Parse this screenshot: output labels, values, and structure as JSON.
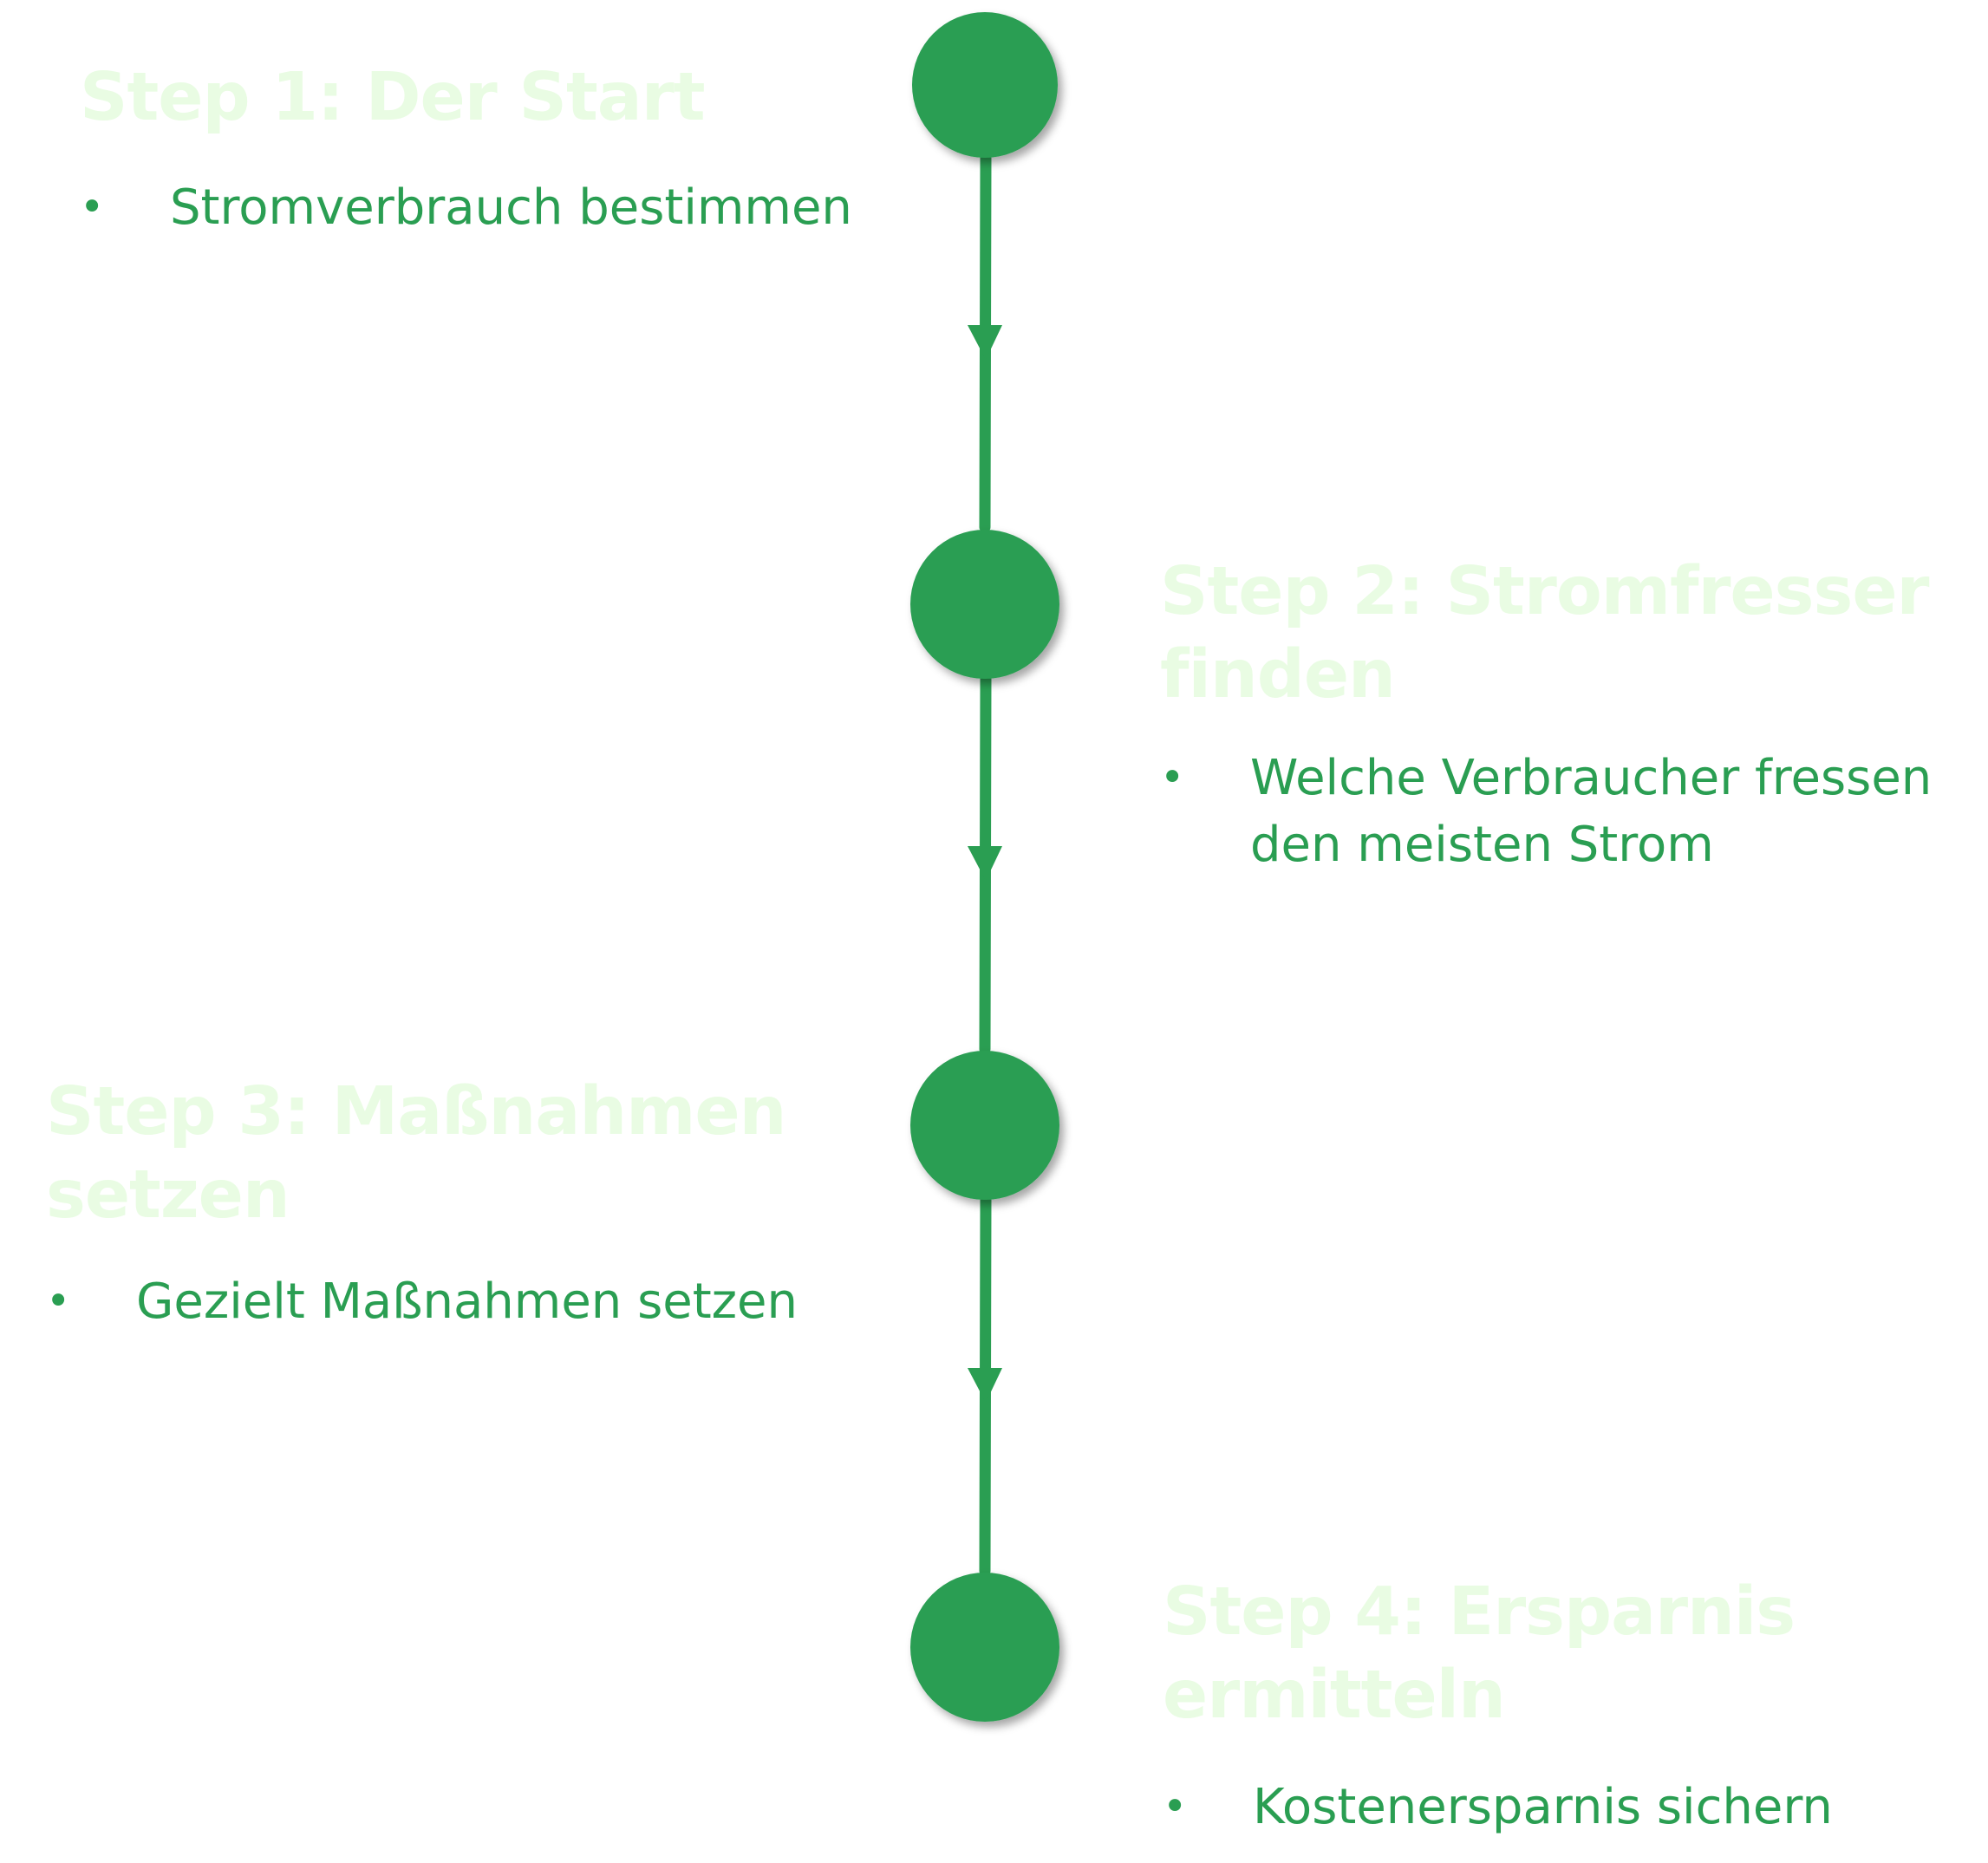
{
  "colors": {
    "accent": "#2a9e52",
    "title": "#e9fce3",
    "background": "#ffffff"
  },
  "steps": [
    {
      "title": "Step 1: Der Start",
      "bullets": [
        "Stromverbrauch bestimmen"
      ]
    },
    {
      "title": "Step 2: Stromfresser finden",
      "bullets": [
        "Welche Verbraucher fressen den meisten Strom"
      ]
    },
    {
      "title": "Step 3: Maßnahmen setzen",
      "bullets": [
        "Gezielt Maßnahmen setzen"
      ]
    },
    {
      "title": "Step 4: Ersparnis ermitteln",
      "bullets": [
        "Kostenersparnis sichern"
      ]
    }
  ]
}
